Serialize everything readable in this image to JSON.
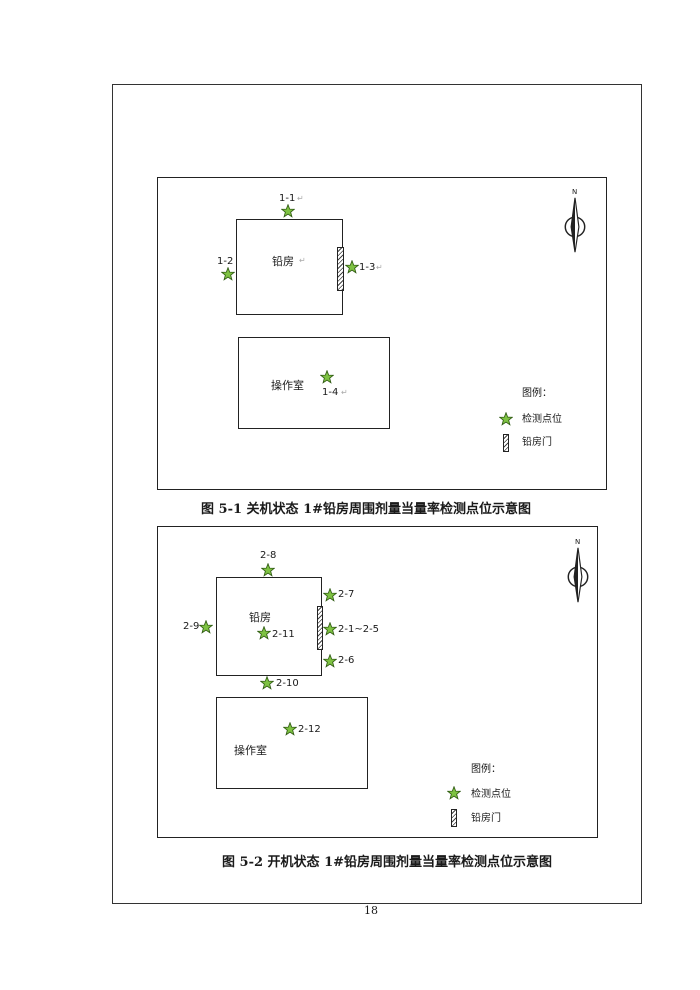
{
  "figure1": {
    "caption": "图 5-1   关机状态 1#铅房周围剂量当量率检测点位示意图",
    "lead_room": "铅房",
    "control_room": "操作室",
    "points": [
      "1-1",
      "1-2",
      "1-3",
      "1-4"
    ],
    "legend": {
      "title": "图例：",
      "point": "检测点位",
      "door": "铅房门"
    },
    "compass": "N"
  },
  "figure2": {
    "caption": "图 5-2  开机状态 1#铅房周围剂量当量率检测点位示意图",
    "lead_room": "铅房",
    "control_room": "操作室",
    "points": [
      "2-8",
      "2-7",
      "2-9",
      "2-11",
      "2-1~2-5",
      "2-6",
      "2-10",
      "2-12"
    ],
    "legend": {
      "title": "图例：",
      "point": "检测点位",
      "door": "铅房门"
    },
    "compass": "N"
  },
  "page_number": "18",
  "colors": {
    "star_fill": "#7ec242",
    "star_stroke": "#2f5a12",
    "line": "#222222"
  },
  "icons": [
    "star-icon",
    "north-arrow-icon",
    "door-hatch-icon"
  ]
}
